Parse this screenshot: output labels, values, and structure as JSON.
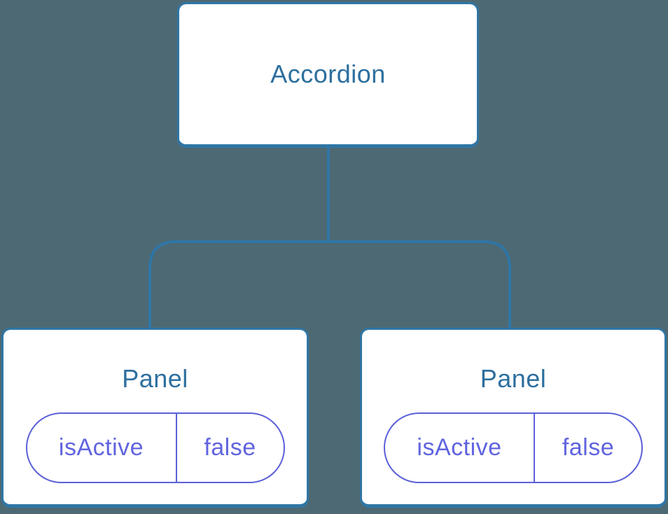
{
  "diagram": {
    "type": "component-tree",
    "colors": {
      "background": "#4D6973",
      "connector_line": "#2F76A6",
      "node_border": "#2F76A6",
      "node_text": "#2D6F9E",
      "pill_border": "#5B60D8",
      "pill_text": "#6064DF",
      "node_fill": "#FFFFFF"
    },
    "root": {
      "label": "Accordion"
    },
    "children": [
      {
        "label": "Panel",
        "state": {
          "key": "isActive",
          "value": "false"
        }
      },
      {
        "label": "Panel",
        "state": {
          "key": "isActive",
          "value": "false"
        }
      }
    ]
  }
}
